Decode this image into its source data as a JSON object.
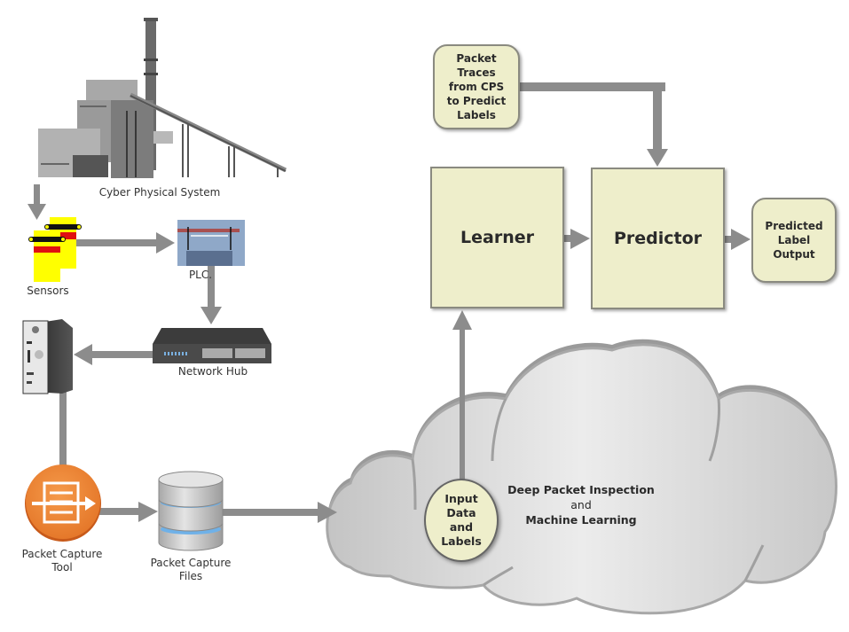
{
  "colors": {
    "arrow": "#8c8c8c",
    "box_fill": "#eeeecb",
    "box_border": "#8a8a80",
    "cloud_fill": "#e6e6e6",
    "cloud_edge": "#9a9a9a",
    "packet_tool_orange": "#f08a36",
    "db_band": "#6fb1e8",
    "sensor_yellow": "#ffff00",
    "sensor_red": "#e01010",
    "plc_blue": "#8fa8c8"
  },
  "nodes": {
    "cps": {
      "label": "Cyber Physical System",
      "icon": "factory-icon"
    },
    "sensors": {
      "label": "Sensors",
      "icon": "sensor-icon"
    },
    "plc": {
      "label": "PLC.",
      "icon": "plc-icon"
    },
    "hub": {
      "label": "Network Hub",
      "icon": "network-hub-icon"
    },
    "computer": {
      "icon": "computer-tower-icon"
    },
    "capture_tool": {
      "line1": "Packet Capture",
      "line2": "Tool",
      "icon": "packet-capture-tool-icon"
    },
    "capture_files": {
      "line1": "Packet Capture",
      "line2": "Files",
      "icon": "database-icon"
    },
    "traces": {
      "lines": [
        "Packet",
        "Traces",
        "from CPS",
        "to Predict",
        "Labels"
      ]
    },
    "learner": {
      "label": "Learner"
    },
    "predictor": {
      "label": "Predictor"
    },
    "output": {
      "lines": [
        "Predicted",
        "Label",
        "Output"
      ]
    },
    "input": {
      "lines": [
        "Input",
        "Data",
        "and",
        "Labels"
      ]
    },
    "cloud": {
      "line1": "Deep Packet Inspection",
      "line2": "and",
      "line3": "Machine Learning"
    }
  }
}
